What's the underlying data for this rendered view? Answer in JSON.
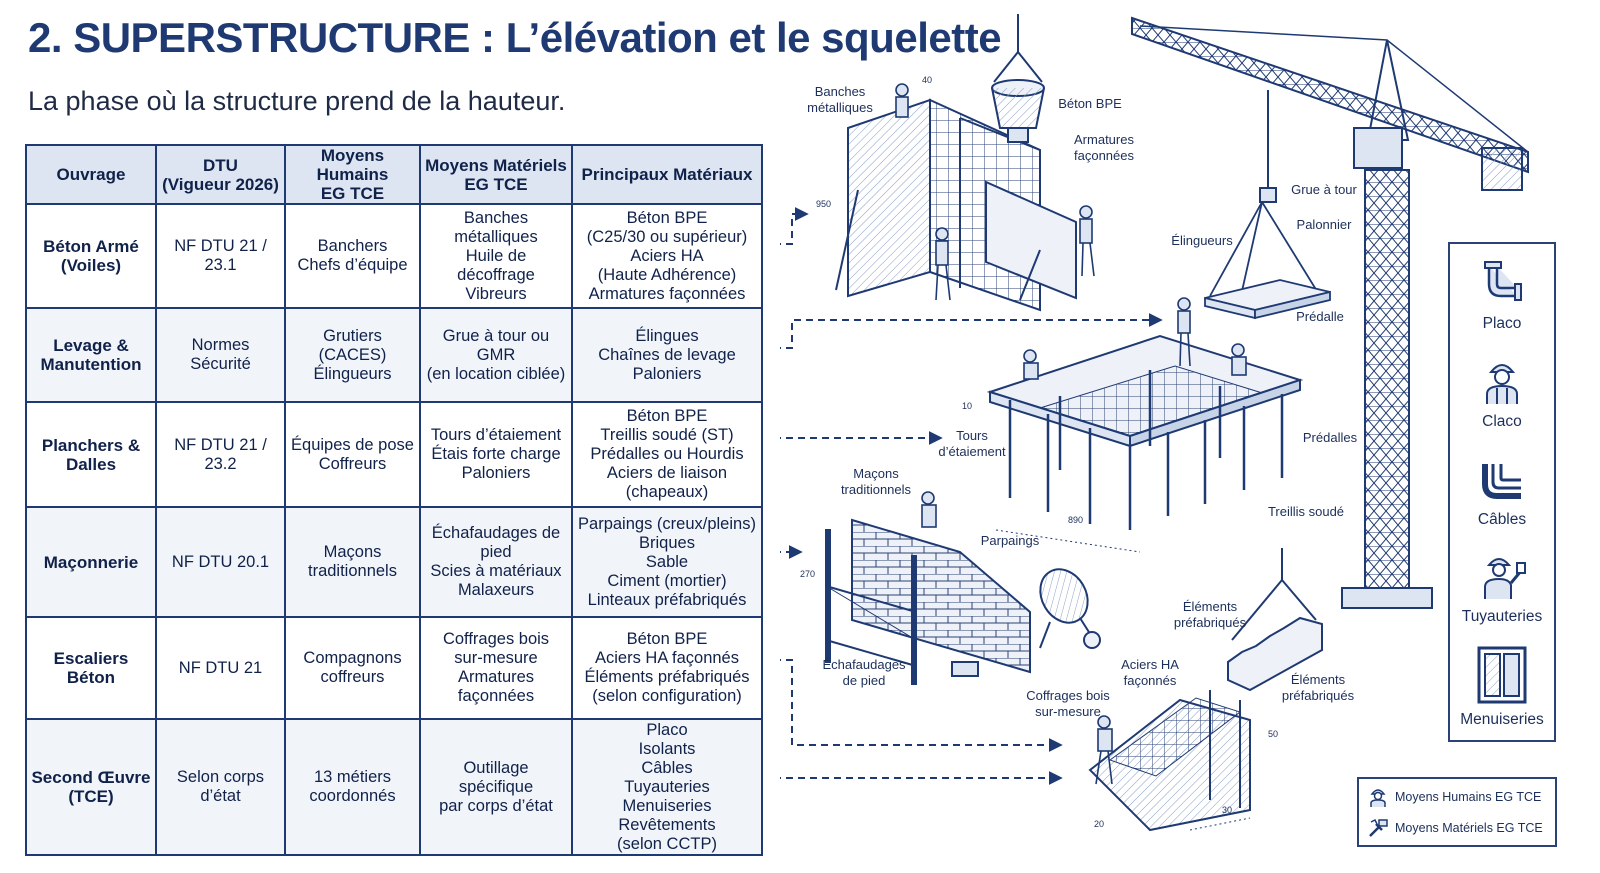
{
  "title": "2. SUPERSTRUCTURE : L’élévation et le squelette",
  "subtitle": "La phase où la structure prend de la hauteur.",
  "table": {
    "headers": [
      "Ouvrage",
      "DTU\n(Vigueur 2026)",
      "Moyens Humains\nEG TCE",
      "Moyens Matériels\nEG TCE",
      "Principaux Matériaux"
    ],
    "rows": [
      [
        "Béton Armé\n(Voiles)",
        "NF DTU 21 / 23.1",
        "Banchers\nChefs d’équipe",
        "Banches métalliques\nHuile de décoffrage\nVibreurs",
        "Béton BPE\n(C25/30 ou supérieur)\nAciers HA\n(Haute Adhérence)\nArmatures façonnées"
      ],
      [
        "Levage &\nManutention",
        "Normes Sécurité",
        "Grutiers (CACES)\nÉlingueurs",
        "Grue à tour ou GMR\n(en location ciblée)",
        "Élingues\nChaînes de levage\nPaloniers"
      ],
      [
        "Planchers &\nDalles",
        "NF DTU 21 / 23.2",
        "Équipes de pose\nCoffreurs",
        "Tours d’étaiement\nÉtais forte charge\nPaloniers",
        "Béton BPE\nTreillis soudé (ST)\nPrédalles ou Hourdis\nAciers de liaison\n(chapeaux)"
      ],
      [
        "Maçonnerie",
        "NF DTU 20.1",
        "Maçons\ntraditionnels",
        "Échafaudages de\npied\nScies à matériaux\nMalaxeurs",
        "Parpaings (creux/pleins)\nBriques\nSable\nCiment (mortier)\nLinteaux préfabriqués"
      ],
      [
        "Escaliers\nBéton",
        "NF DTU 21",
        "Compagnons\ncoffreurs",
        "Coffrages bois\nsur-mesure\nArmatures\nfaçonnées",
        "Béton BPE\nAciers HA façonnés\nÉléments préfabriqués\n(selon configuration)"
      ],
      [
        "Second Œuvre\n(TCE)",
        "Selon corps\nd’état",
        "13 métiers\ncoordonnés",
        "Outillage spécifique\npar corps d’état",
        "Placo\nIsolants\nCâbles\nTuyauteries\nMenuiseries\nRevêtements\n(selon CCTP)"
      ]
    ]
  },
  "labels": {
    "banches": "Banches\nmétalliques",
    "beton_bpe": "Béton BPE",
    "armatures": "Armatures\nfaçonnées",
    "grue": "Grue à tour",
    "palonnier": "Palonnier",
    "elingueurs": "Élingueurs",
    "predalle": "Prédalle",
    "tours": "Tours\nd’étaiement",
    "predalles": "Prédalles",
    "treillis": "Treillis soudé",
    "macons": "Maçons\ntraditionnels",
    "parpaings": "Parpaings",
    "echafaudages": "Échafaudages\nde pied",
    "elements1": "Éléments\npréfabriqués",
    "elements2": "Éléments\npréfabriqués",
    "aciers_ha": "Aciers HA\nfaçonnés",
    "coffrages": "Coffrages bois\nsur-mesure"
  },
  "dimensions": {
    "d40": "40",
    "d950": "950",
    "d10": "10",
    "d890": "890",
    "d270": "270",
    "d50": "50",
    "d30": "30",
    "d20": "20"
  },
  "sidebar": [
    {
      "label": "Placo",
      "icon": "pipe-icon"
    },
    {
      "label": "Claco",
      "icon": "worker-icon"
    },
    {
      "label": "Câbles",
      "icon": "cables-icon"
    },
    {
      "label": "Tuyauteries",
      "icon": "plasterer-icon"
    },
    {
      "label": "Menuiseries",
      "icon": "window-icon"
    }
  ],
  "legend": {
    "humains": "Moyens Humains EG TCE",
    "materiels": "Moyens Matériels EG TCE"
  },
  "colors": {
    "ink": "#1f3a73",
    "header_fill": "#dce5f1",
    "row_tint": "#f1f5fa"
  }
}
